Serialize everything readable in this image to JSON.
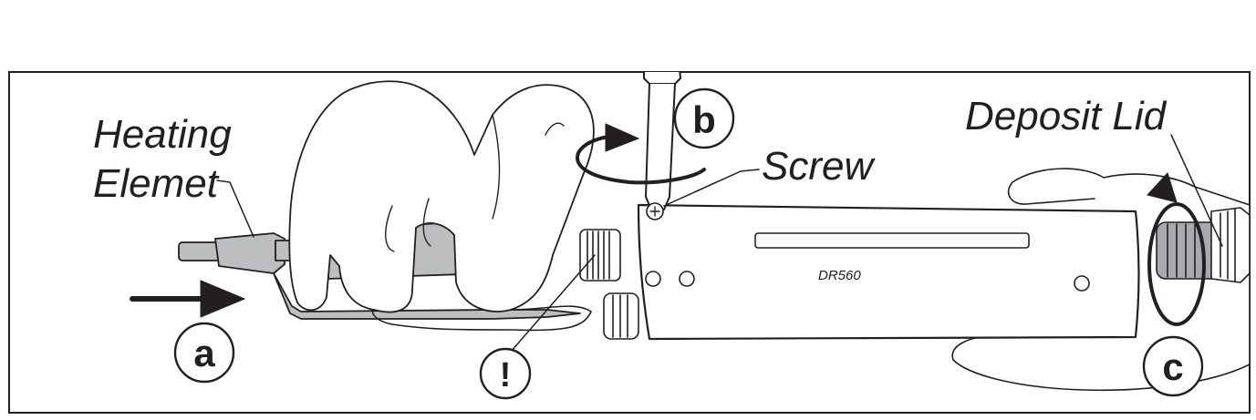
{
  "labels": {
    "heating_line1": "Heating",
    "heating_line2": "Elemet",
    "screw": "Screw",
    "deposit_lid": "Deposit Lid",
    "model": "DR560"
  },
  "steps": {
    "a": "a",
    "b": "b",
    "c": "c",
    "warning": "!"
  },
  "colors": {
    "ink": "#231f20",
    "element_fill": "#bcbec0",
    "spring_fill": "#a7a9ac",
    "background": "#ffffff"
  }
}
